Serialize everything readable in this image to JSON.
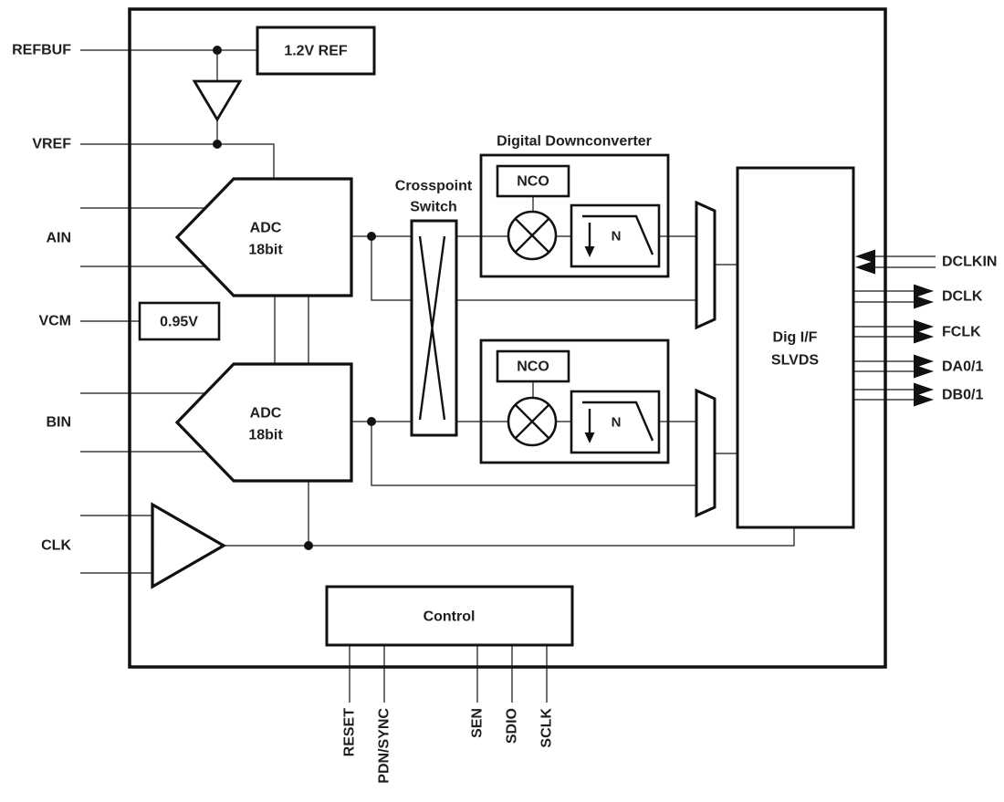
{
  "diagram": {
    "kind": "adc-functional-block-diagram",
    "labels": {
      "ref_block": "1.2V REF",
      "vcm_block": "0.95V",
      "adc_line1": "ADC",
      "adc_line2": "18bit",
      "crosspoint_line1": "Crosspoint",
      "crosspoint_line2": "Switch",
      "ddc_title": "Digital Downconverter",
      "nco": "NCO",
      "decimator": "N",
      "digif_line1": "Dig I/F",
      "digif_line2": "SLVDS",
      "control": "Control"
    },
    "left_ports": [
      {
        "label": "REFBUF"
      },
      {
        "label": "VREF"
      },
      {
        "label": "AIN"
      },
      {
        "label": "VCM"
      },
      {
        "label": "BIN"
      },
      {
        "label": "CLK"
      }
    ],
    "right_ports": [
      {
        "label": "DCLKIN",
        "direction": "input"
      },
      {
        "label": "DCLK",
        "direction": "output"
      },
      {
        "label": "FCLK",
        "direction": "output"
      },
      {
        "label": "DA0/1",
        "direction": "output"
      },
      {
        "label": "DB0/1",
        "direction": "output"
      }
    ],
    "bottom_ports": [
      {
        "label": "RESET"
      },
      {
        "label": "PDN/SYNC"
      },
      {
        "label": "SEN"
      },
      {
        "label": "SDIO"
      },
      {
        "label": "SCLK"
      }
    ],
    "colors": {
      "background": "#ffffff",
      "line": "#3f3f3f",
      "block_stroke": "#111111",
      "text": "#1f1f1f"
    }
  }
}
